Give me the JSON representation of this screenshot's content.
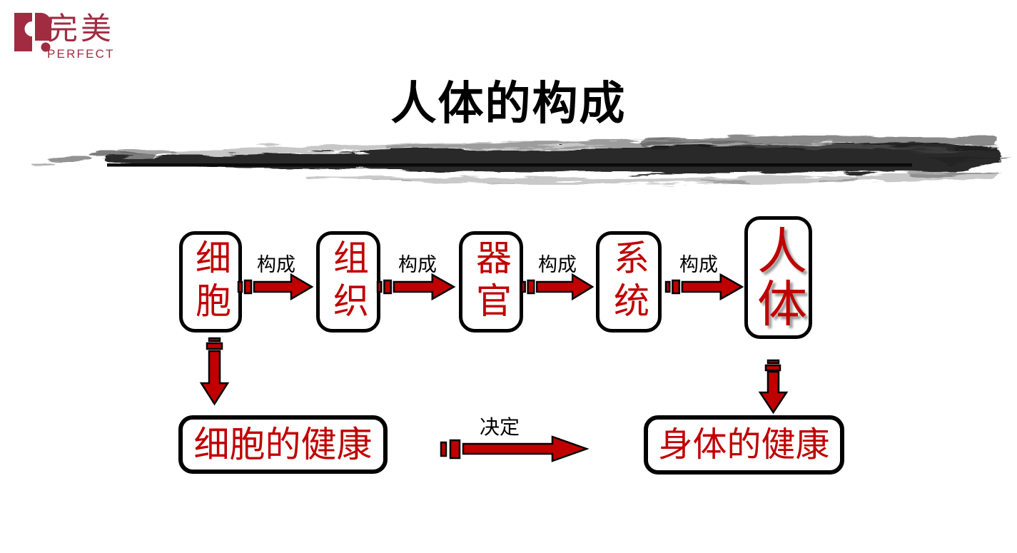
{
  "slide": {
    "title": "人体的构成",
    "background": "#ffffff"
  },
  "logo": {
    "chinese": "完美",
    "latin": "PERFECT",
    "color": "#A12C42"
  },
  "diagram": {
    "chain_nodes": [
      {
        "label": "细胞"
      },
      {
        "label": "组织"
      },
      {
        "label": "器官"
      },
      {
        "label": "系统"
      },
      {
        "label": "人体"
      }
    ],
    "chain_connector_labels": [
      "构成",
      "构成",
      "构成",
      "构成"
    ],
    "outcome_nodes": [
      {
        "label": "细胞的健康"
      },
      {
        "label": "身体的健康"
      }
    ],
    "outcome_connector_label": "决定",
    "colors": {
      "node_text": "#C00000",
      "node_border": "#000000",
      "arrow_fill": "#C00000",
      "arrow_outline": "#000000",
      "connector_label": "#000000"
    }
  }
}
